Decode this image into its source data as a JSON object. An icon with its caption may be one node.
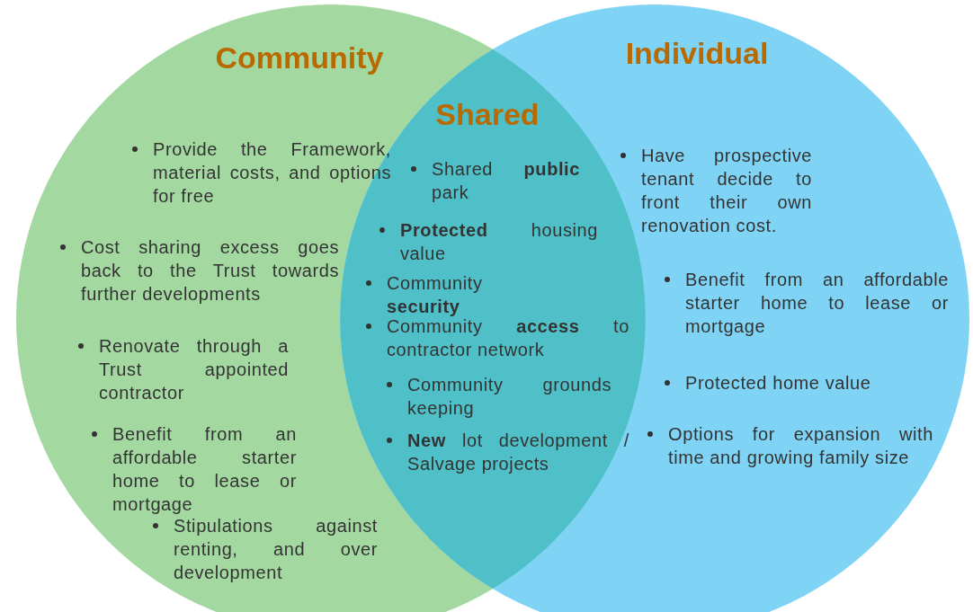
{
  "diagram": {
    "nodes": [
      {
        "text": [
          "Community",
          "Provide the Framework, material costs, and options for free",
          "Cost sharing excess goes back to the Trust towards further developments",
          "Renovate through a Trust appointed contractor",
          "Benefit from an affordable starter home to lease or mortgage",
          "Stipulations against renting, and over development"
        ]
      },
      {
        "text": [
          "Individual",
          "Have prospective tenant decide to front their own renovation cost.",
          "Benefit from an affordable starter home to lease or mortgage",
          "Protected home value",
          "Options for expansion with time and growing family size"
        ]
      },
      {
        "text": [
          "Shared",
          "Shared **public** park",
          "**Protected** housing value",
          "Community **security**",
          "Community **access** to contractor network",
          "Community grounds keeping",
          "**New** lot development / Salvage projects"
        ]
      }
    ],
    "edges": []
  }
}
